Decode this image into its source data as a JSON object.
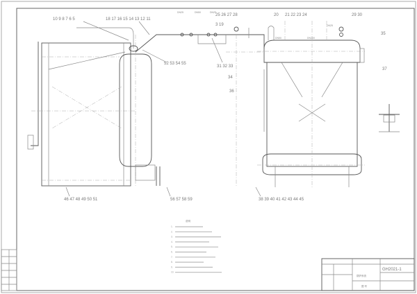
{
  "callouts": {
    "top_left_a": "10  9  8  7  6  5",
    "top_left_b": "18 17 16 15 14 13 12 11",
    "top_mid": "25 26 27 28",
    "mid_a": "3 19",
    "mid_b": "52 53 54 55",
    "mid_c": "31 32 33",
    "mid_d": "34",
    "mid_e": "36",
    "right_a": "20",
    "right_b": "21 22 23 24",
    "right_c": "29 30",
    "right_d": "35",
    "right_e": "37",
    "bottom_left": "46 47 48 49 50 51",
    "bottom_mid": "56 57 58 59",
    "bottom_right": "38 39 40 41 42 43 44 45"
  },
  "pipe_labels": [
    "DN25",
    "DN50",
    "DN25",
    "DN50",
    "DN25",
    "DN100"
  ],
  "notes": {
    "title": "说明",
    "numbers": [
      "1.",
      "2.",
      "3.",
      "4.",
      "5.",
      "6.",
      "7.",
      "8.",
      "9.",
      "10."
    ]
  },
  "title_block": {
    "drawing_no": "GH2021-1",
    "name": "锅炉系统",
    "sheet": "图 号"
  }
}
